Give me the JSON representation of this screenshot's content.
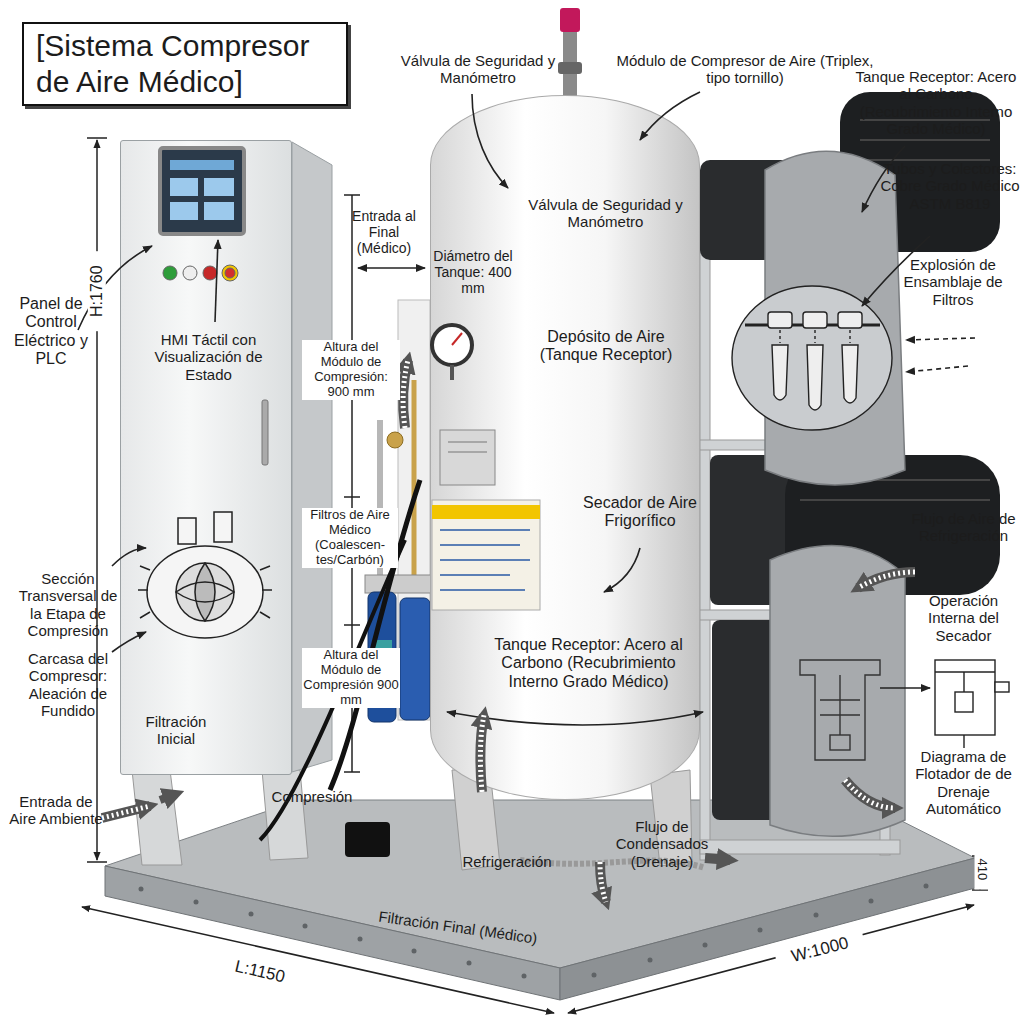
{
  "diagram": {
    "title": "[Sistema Compresor de Aire Médico]",
    "nodes": [
      {
        "text": [
          "HMI Táctil con Visualización de Estado",
          "Filtración Inicial"
        ]
      },
      {
        "text": [
          "Válvula de Seguridad y Manómetro",
          "Diámetro del Tanque: 400 mm",
          "Depósito de Aire (Tanque Receptor)",
          "Secador de Aire Frigorífico",
          "Tanque Receptor: Acero al Carbono (Recubrimiento Interno Grado Médico)"
        ]
      }
    ],
    "labels": [
      "Válvula de Seguridad y Manómetro",
      "Módulo de Compresor de Aire (Triplex, tipo tornillo)",
      "Tanque Receptor: Acero al Carbono (Recubrimiento Interno Grado Médico)",
      "Tubos y Colectores: Cobre Grado Médico ASTM B819",
      "Explosión de Ensamblaje de Filtros",
      "Entrada al Final (Médico)",
      "Panel de Control Eléctrico y PLC",
      "H:1760",
      "Altura del Módulo de Compresión: 900 mm",
      "Filtros de Aire Médico (Coalescen- tes/Carbón)",
      "Sección Transversal de la Etapa de Compresión",
      "Carcasa del Compresor: Aleación de Fundido",
      "Altura del Módulo de Compresión 900 mm",
      "Flujo de Aire de Refrigeración",
      "Operación Interna del Secador",
      "Diagrama de Flotador de de Drenaje Automático",
      "Entrada de Aire Ambiente",
      "Compresión",
      "Refrigeración",
      "Flujo de Condensados (Drenaje)",
      "410",
      "L:1150",
      "W:1000",
      "Filtración Final (Médico)"
    ]
  }
}
